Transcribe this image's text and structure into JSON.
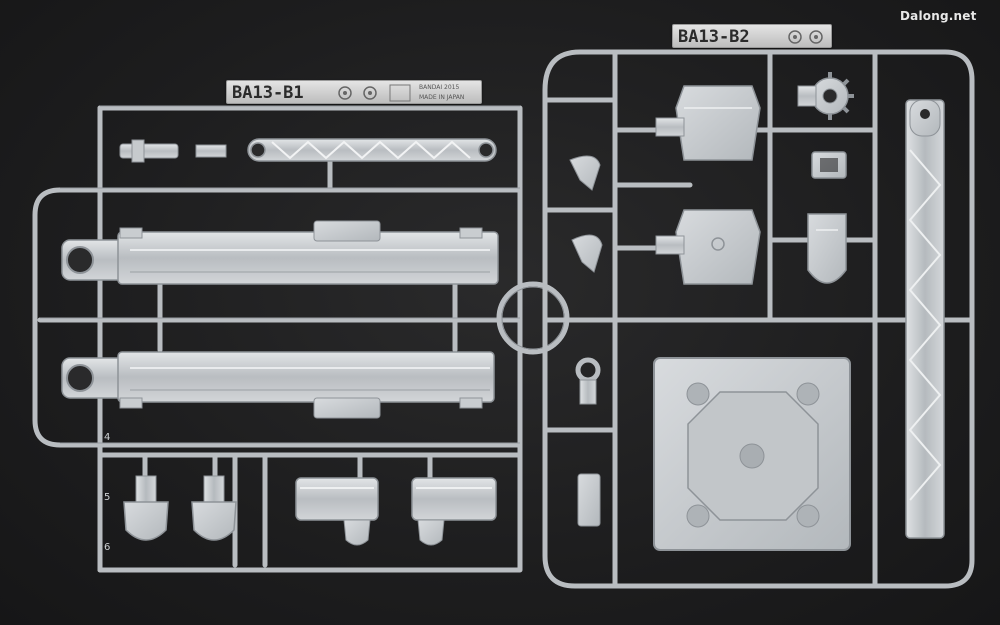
{
  "watermark": "Dalong.net",
  "runners": {
    "b1": {
      "code": "BA13-B1",
      "line1": "BANDAI 2015",
      "line2": "MADE IN JAPAN"
    },
    "b2": {
      "code": "BA13-B2"
    }
  },
  "gate_numbers": [
    "4",
    "5",
    "6"
  ],
  "colors": {
    "background": "#1e1e1f",
    "plastic_clear": "#c9cdd0",
    "plastic_edge": "#8e9398",
    "tag": "#d6d6d6"
  }
}
